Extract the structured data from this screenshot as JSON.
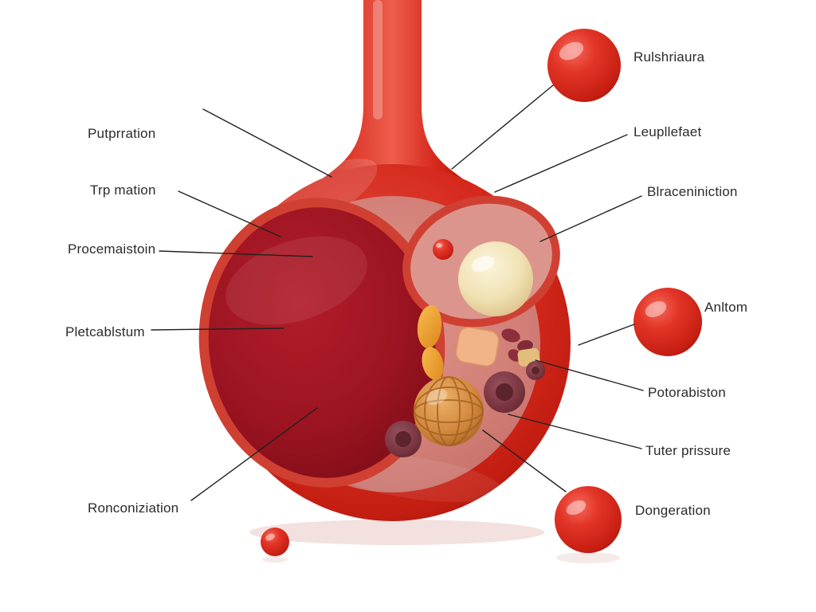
{
  "figure": {
    "type": "medical-illustration-diagram",
    "background": "#ffffff"
  },
  "labels_left": [
    {
      "text": "Putprration"
    },
    {
      "text": "Trp mation"
    },
    {
      "text": "Procemaistoin"
    },
    {
      "text": "Pletcablstum"
    },
    {
      "text": "Ronconiziation"
    }
  ],
  "labels_right": [
    {
      "text": "Rulshriaura"
    },
    {
      "text": "Leupllefaet"
    },
    {
      "text": "Blraceniniction"
    },
    {
      "text": "Anltom"
    },
    {
      "text": "Potorabiston"
    },
    {
      "text": "Tuter prissure"
    },
    {
      "text": "Dongeration"
    }
  ],
  "illustration_parts": [
    "vessel-stem",
    "vessel-cross-section",
    "dark-blood-pool",
    "upper-chamber",
    "cream-sphere-cell",
    "small-red-cell",
    "orange-capsule-cells",
    "peach-chunk-cell",
    "berry-textured-cell",
    "maroon-disc-cells",
    "tan-fragment-cell",
    "red-sphere-top-right",
    "red-sphere-middle-right",
    "red-sphere-bottom-right",
    "red-sphere-small-bottom-left"
  ],
  "colors": {
    "vessel_red": "#d6281d",
    "vessel_dark_red": "#9a120a",
    "blood_pool_dark": "#9c1421",
    "plasma_pink": "#d17e76",
    "cream_cell": "#f1e2b4",
    "orange_cell": "#f0a232",
    "berry_cell": "#d2873d",
    "maroon_cell": "#7b3741",
    "label_text": "#2b2b2b",
    "leader_line": "#222222"
  }
}
